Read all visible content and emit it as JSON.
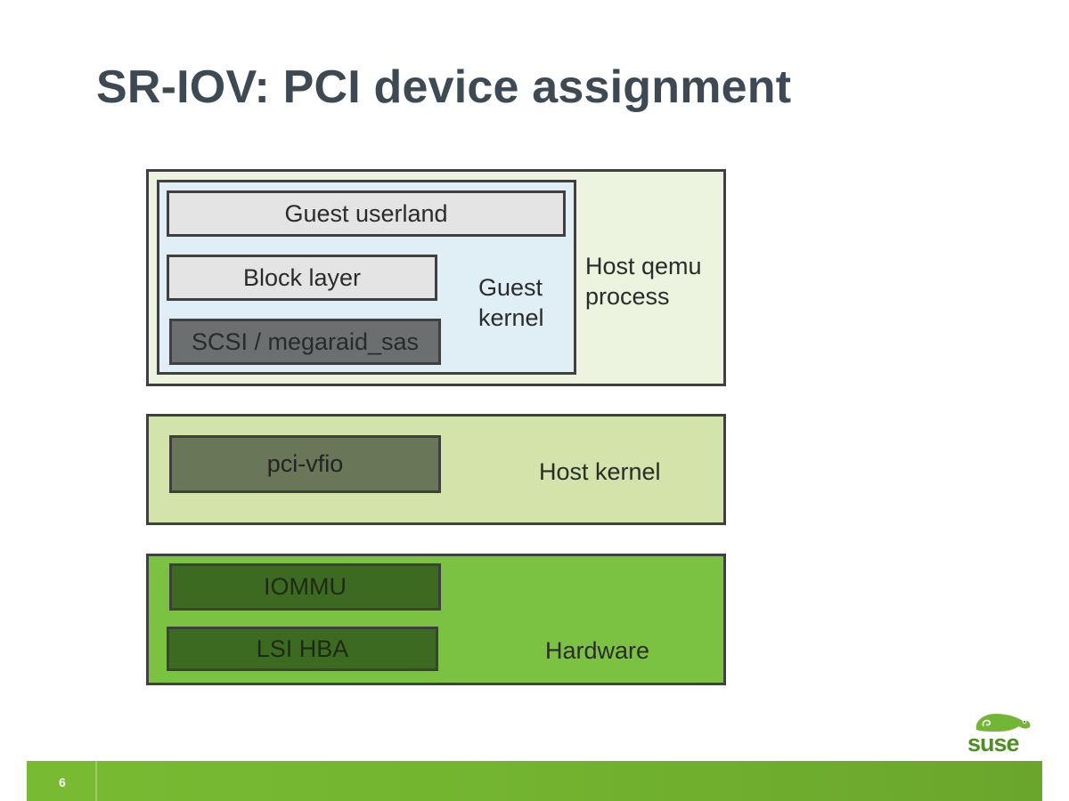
{
  "slide": {
    "title": "SR-IOV: PCI device assignment",
    "page_number": "6"
  },
  "diagram": {
    "host_qemu": {
      "label": "Host qemu\nprocess",
      "guest_kernel": {
        "label": "Guest\nkernel",
        "components": [
          "Guest userland",
          "Block layer",
          "SCSI / megaraid_sas"
        ]
      }
    },
    "host_kernel": {
      "label": "Host kernel",
      "components": [
        "pci-vfio"
      ]
    },
    "hardware": {
      "label": "Hardware",
      "components": [
        "IOMMU",
        "LSI HBA"
      ]
    }
  },
  "logo": {
    "text": "suse",
    "icon": "chameleon-icon"
  },
  "colors": {
    "title": "#3d4a54",
    "host_qemu_bg": "#ecf4df",
    "guest_kernel_bg": "#e0eff5",
    "host_kernel_bg": "#d4e3aa",
    "hardware_bg": "#7cc242",
    "footer_bar": "#78bb32"
  }
}
